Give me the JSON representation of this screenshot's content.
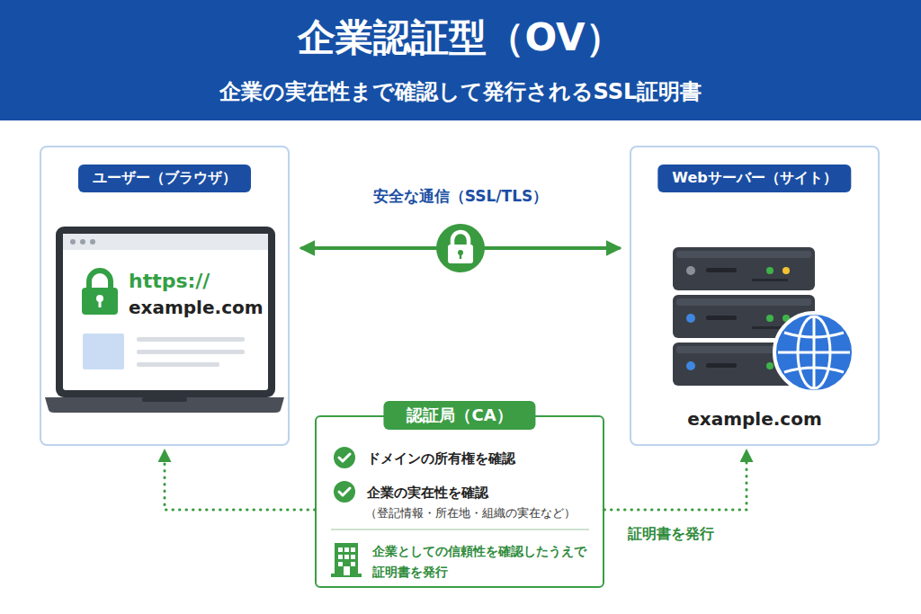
{
  "diagram": {
    "title": "企業認証型（OV）",
    "caption": "企業の実在性まで確認して発行されるSSL証明書",
    "nodes": [
      {
        "text": [
          "ユーザー（ブラウザ）"
        ]
      },
      {
        "text": [
          "Webサーバー（サイト）",
          "example.com"
        ]
      },
      {
        "text": [
          "認証局（CA）",
          "ドメインの所有権を確認",
          "企業の実在性を確認",
          "（登記情報・所在地・組織の実在など）",
          "企業としての信頼性を確認したうえで 証明書を発行"
        ]
      }
    ],
    "edges": [
      {
        "from": 0,
        "to": 1,
        "arrow": "both",
        "label": "安全な通信（SSL/TLS）"
      },
      {
        "from": 2,
        "to": 0,
        "arrow": "to"
      },
      {
        "from": 2,
        "to": 1,
        "arrow": "to",
        "label": "証明書を発行"
      }
    ],
    "labels": [
      "https://",
      "example.com"
    ]
  }
}
